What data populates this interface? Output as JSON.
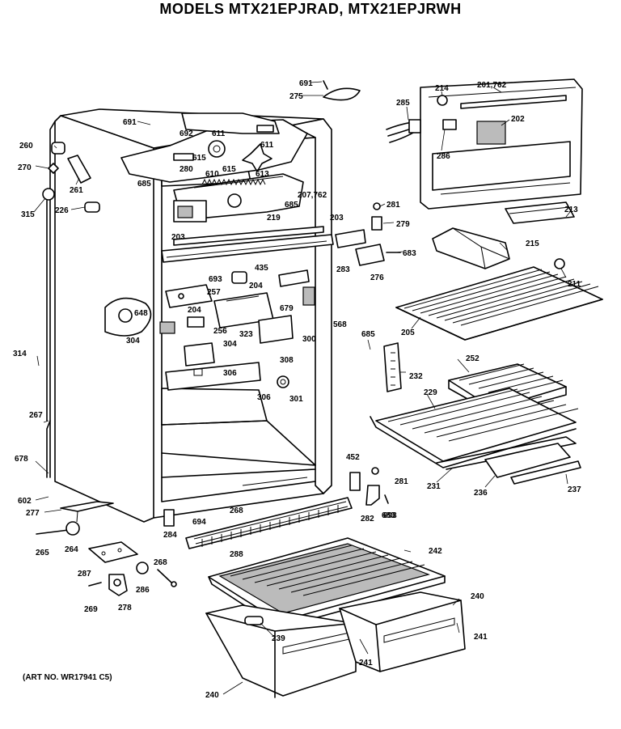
{
  "title": "MODELS MTX21EPJRAD, MTX21EPJRWH",
  "art_number": "(ART NO. WR17941 C5)",
  "part_labels": [
    "691",
    "275",
    "214",
    "201,762",
    "285",
    "202",
    "286",
    "691",
    "692",
    "611",
    "611",
    "615",
    "260",
    "270",
    "261",
    "280",
    "610",
    "615",
    "613",
    "685",
    "207,762",
    "281",
    "315",
    "226",
    "219",
    "685",
    "279",
    "203",
    "203",
    "213",
    "215",
    "683",
    "211",
    "283",
    "276",
    "693",
    "435",
    "204",
    "257",
    "679",
    "568",
    "648",
    "204",
    "256",
    "323",
    "300",
    "205",
    "685",
    "304",
    "304",
    "308",
    "252",
    "314",
    "306",
    "306",
    "301",
    "232",
    "229",
    "267",
    "452",
    "281",
    "678",
    "231",
    "236",
    "237",
    "602",
    "277",
    "693",
    "268",
    "694",
    "282",
    "683",
    "288",
    "284",
    "265",
    "264",
    "268",
    "287",
    "286",
    "242",
    "269",
    "278",
    "240",
    "239",
    "241",
    "241",
    "240"
  ]
}
